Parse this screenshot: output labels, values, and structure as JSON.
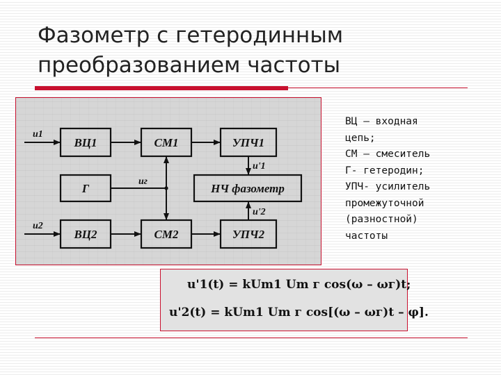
{
  "title": {
    "line1": "Фазометр с гетеродинным",
    "line2": "преобразованием частоты"
  },
  "diagram": {
    "blocks": {
      "vc1": "ВЦ1",
      "sm1": "СМ1",
      "upch1": "УПЧ1",
      "g": "Г",
      "nch": "НЧ фазометр",
      "vc2": "ВЦ2",
      "sm2": "СМ2",
      "upch2": "УПЧ2"
    },
    "signals": {
      "u1": "u1",
      "u2": "u2",
      "ug": "uг",
      "u1p": "u'1",
      "u2p": "u'2"
    }
  },
  "legend": {
    "lines": [
      "ВЦ – входная",
      "цепь;",
      "СМ – смеситель",
      "Г- гетеродин;",
      "УПЧ- усилитель",
      "промежуточной",
      "(разностной)",
      "частоты"
    ]
  },
  "formulas": {
    "f1": "u'1(t) = kUm1 Um г cos(ω – ωг)t;",
    "f2": "u'2(t) = kUm1 Um г cos[(ω – ωг)t – φ]."
  }
}
